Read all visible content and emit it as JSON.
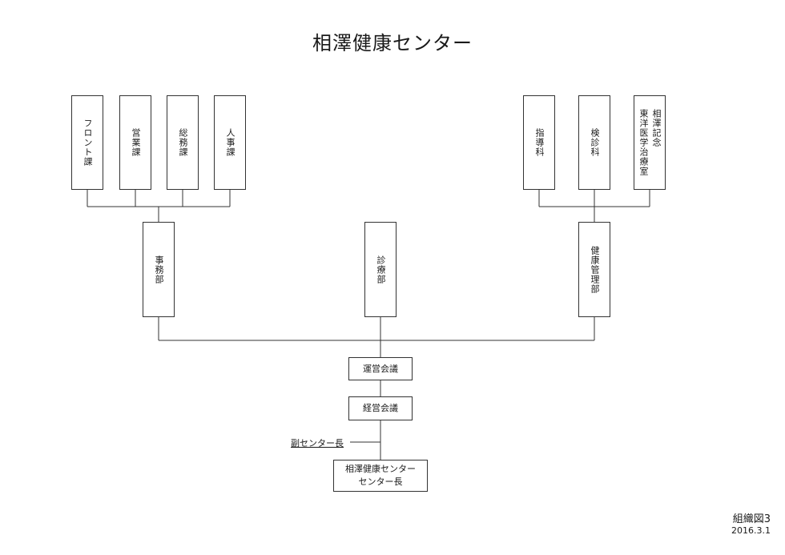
{
  "title": "相澤健康センター",
  "departments_left": [
    {
      "id": "front",
      "label": "フロント課"
    },
    {
      "id": "sales",
      "label": "営業課"
    },
    {
      "id": "general",
      "label": "総務課"
    },
    {
      "id": "hr",
      "label": "人事課"
    }
  ],
  "departments_right": [
    {
      "id": "guidance",
      "label": "指導科"
    },
    {
      "id": "exam",
      "label": "検診科"
    },
    {
      "id": "tcm_col1",
      "label": "東洋医学治療室"
    },
    {
      "id": "tcm_col2",
      "label": "相澤記念"
    }
  ],
  "divisions": {
    "admin": "事務部",
    "clinic": "診療部",
    "health": "健康管理部"
  },
  "councils": {
    "operations": "運営会議",
    "management": "経営会議"
  },
  "deputy": "副センター長",
  "director": {
    "line1": "相澤健康センター",
    "line2": "センター長"
  },
  "footer": {
    "chart_id": "組織図3",
    "date": "2016.3.1"
  },
  "colors": {
    "line": "#333333",
    "text": "#1a1a1a"
  }
}
